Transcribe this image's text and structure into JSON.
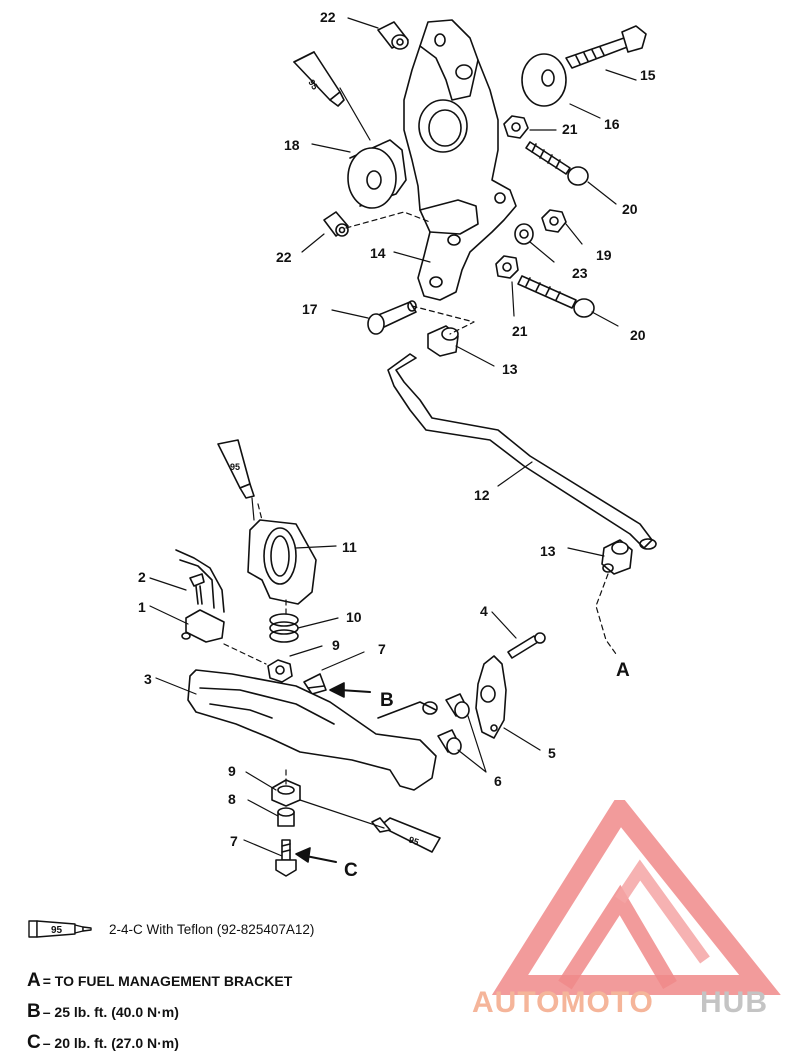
{
  "callouts": {
    "c22a": "22",
    "c15": "15",
    "c16": "16",
    "c21a": "21",
    "c18": "18",
    "c20a": "20",
    "c19": "19",
    "c23": "23",
    "c22b": "22",
    "c14": "14",
    "c17": "17",
    "c21b": "21",
    "c20b": "20",
    "c13a": "13",
    "c12": "12",
    "c11": "11",
    "c13b": "13",
    "c2": "2",
    "c1": "1",
    "c10": "10",
    "c4": "4",
    "c9a": "9",
    "c7a": "7",
    "c3": "3",
    "c5": "5",
    "c6": "6",
    "c9b": "9",
    "c8": "8",
    "c7b": "7"
  },
  "tube_label": "95",
  "letters": {
    "A": "A",
    "B": "B",
    "C": "C"
  },
  "legend": {
    "sealant_text": "2-4-C  With Teflon (92-825407A12)",
    "notes": [
      {
        "key": "A",
        "text": "= TO FUEL MANAGEMENT BRACKET"
      },
      {
        "key": "B",
        "text": "– 25 lb. ft. (40.0 N·m)"
      },
      {
        "key": "C",
        "text": "– 20 lb. ft. (27.0 N·m)"
      }
    ]
  },
  "watermark": {
    "part1": "AUTOMOTO",
    "part2": "HUB"
  },
  "colors": {
    "line": "#111111",
    "watermark_orange": "#f5b59a",
    "watermark_red": "#f08a8a",
    "watermark_gray": "#c4c4c4"
  }
}
